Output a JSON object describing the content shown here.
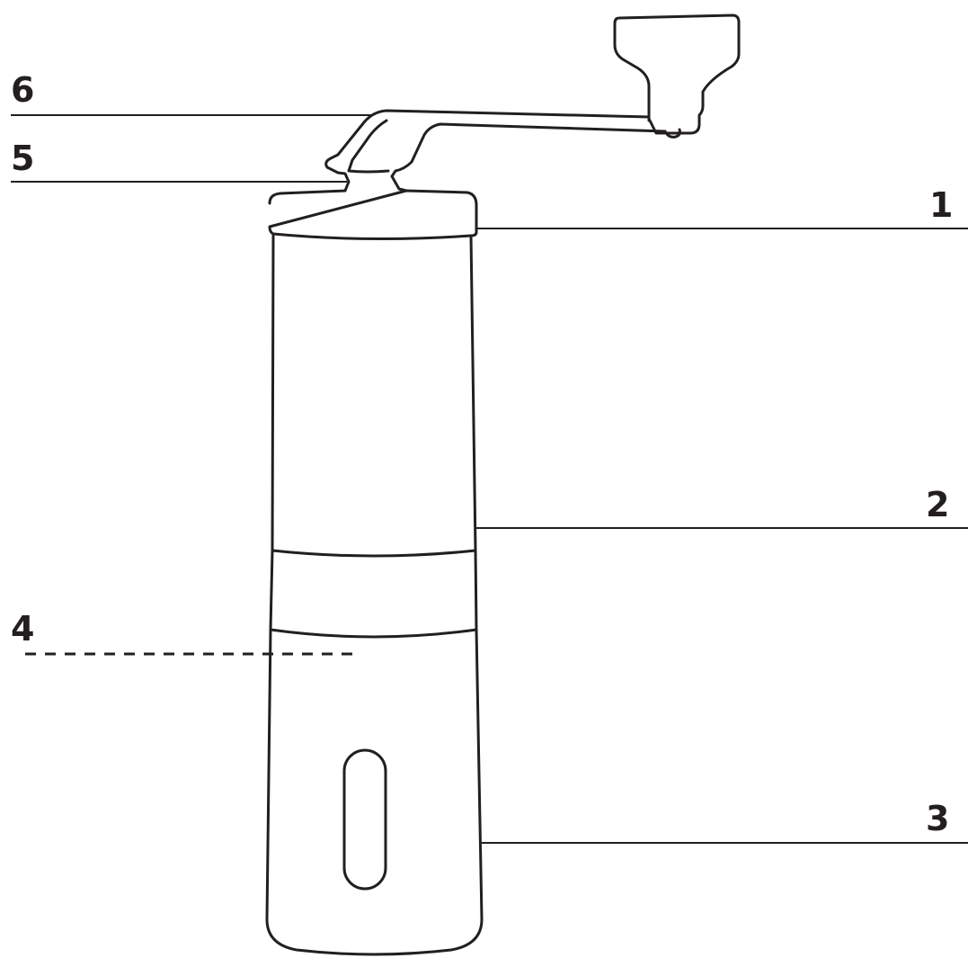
{
  "callouts": {
    "lid": "1",
    "body": "2",
    "catch_cup": "3",
    "adjustment_ring": "4",
    "shaft_nut": "5",
    "crank_arm": "6"
  }
}
